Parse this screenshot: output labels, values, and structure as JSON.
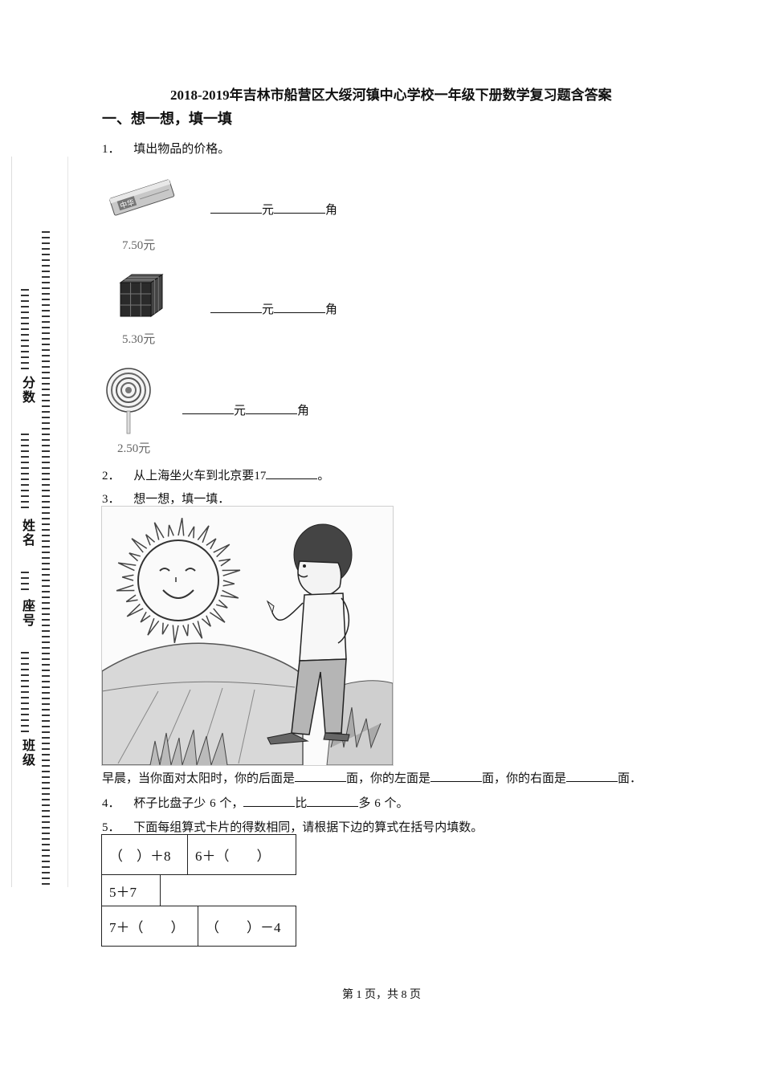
{
  "header": {
    "title": "2018-2019年吉林市船营区大绥河镇中心学校一年级下册数学复习题含答案"
  },
  "section_title": "一、想一想，填一填",
  "margin_labels": {
    "score": "分数",
    "name": "姓名",
    "seat": "座号",
    "class": "班级"
  },
  "q1": {
    "number": "1．",
    "text": "填出物品的价格。",
    "items": [
      {
        "price": "7.50元",
        "icon": "gum-pack-icon",
        "yuan": "元",
        "jiao": "角"
      },
      {
        "price": "5.30元",
        "icon": "rubiks-cube-icon",
        "yuan": "元",
        "jiao": "角"
      },
      {
        "price": "2.50元",
        "icon": "lollipop-icon",
        "yuan": "元",
        "jiao": "角"
      }
    ]
  },
  "q2": {
    "number": "2．",
    "text_before": "从上海坐火车到北京要",
    "value": "17",
    "text_after": "。"
  },
  "q3": {
    "number": "3．",
    "text": "想一想，填一填．",
    "image_icon": "boy-facing-sun-illustration",
    "part1": "早晨，当你面对太阳时，你的后面是",
    "part2": "面，你的左面是",
    "part3": "面，你的右面是",
    "part4": "面．"
  },
  "q4": {
    "number": "4．",
    "text_before": "杯子比盘子少",
    "value": "6",
    "text_mid1": "个，",
    "text_mid2": "比",
    "text_mid3": "多",
    "value2": "6",
    "text_after": "个。"
  },
  "q5": {
    "number": "5．",
    "text": "下面每组算式卡片的得数相同，请根据下边的算式在括号内填数。",
    "cards": [
      "（　）＋8",
      "6＋（　　）",
      "5＋7",
      "7＋（　　）",
      "（　　）－4"
    ]
  },
  "footer": {
    "page": "第 1 页，共 8 页"
  }
}
